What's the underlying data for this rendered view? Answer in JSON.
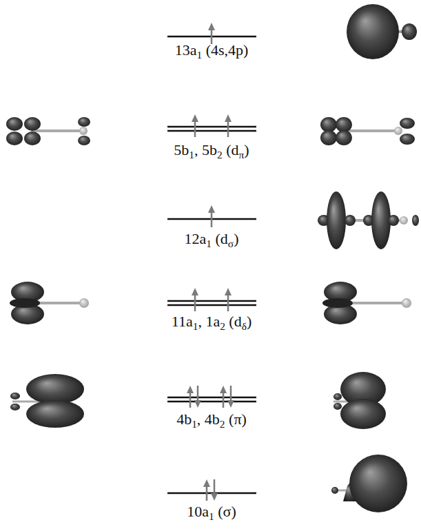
{
  "diagram": {
    "labels": [
      "13a1 (4s,4p)",
      "5b1, 5b2 (dπ)",
      "12a1 (dσ)",
      "11a1, 1a2 (dδ)",
      "4b1, 4b2 (π)",
      "10a1 (σ)"
    ]
  }
}
